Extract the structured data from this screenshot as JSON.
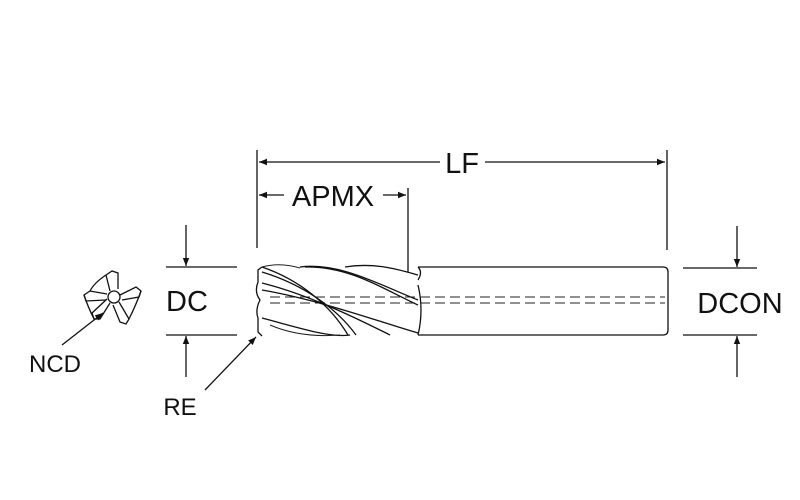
{
  "labels": {
    "lf": "LF",
    "apmx": "APMX",
    "dc": "DC",
    "dcon": "DCON",
    "ncd": "NCD",
    "re": "RE"
  },
  "colors": {
    "line": "#111111",
    "background": "#ffffff"
  }
}
